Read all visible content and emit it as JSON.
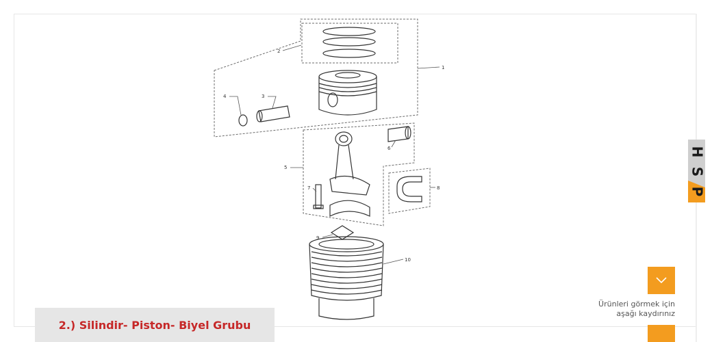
{
  "caption": {
    "title": "2.) Silindir- Piston- Biyel Grubu"
  },
  "scroll": {
    "hint_line1": "Ürünleri görmek için",
    "hint_line2": "aşağı kaydırınız"
  },
  "logo": {
    "text": "HSP"
  },
  "colors": {
    "accent": "#f39c1f",
    "caption_text": "#c62828",
    "caption_bg": "#e6e6e6"
  },
  "diagram": {
    "labels": [
      "1",
      "2",
      "3",
      "4",
      "5",
      "6",
      "7",
      "8",
      "9",
      "10"
    ]
  }
}
